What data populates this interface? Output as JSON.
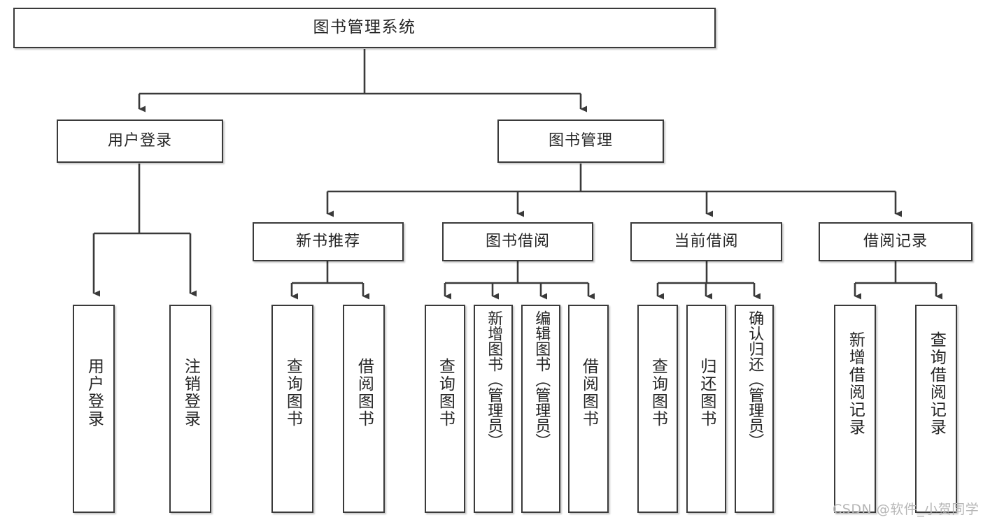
{
  "diagram": {
    "title": "图书管理系统",
    "type": "tree-hierarchy-chart",
    "watermark": "CSDN @软件_小贺同学",
    "colors": {
      "background": "#ffffff",
      "node_border": "#3a3a3a",
      "node_fill": "#ffffff",
      "edge": "#3a3a3a",
      "text": "#262626",
      "watermark": "#b6b6b6"
    },
    "nodes": {
      "root": {
        "label": "图书管理系统"
      },
      "level2": [
        {
          "id": "user-login",
          "label": "用户登录"
        },
        {
          "id": "book-manage",
          "label": "图书管理"
        }
      ],
      "level3": [
        {
          "id": "new-book-recommend",
          "label": "新书推荐"
        },
        {
          "id": "book-borrow",
          "label": "图书借阅"
        },
        {
          "id": "current-borrow",
          "label": "当前借阅"
        },
        {
          "id": "borrow-record",
          "label": "借阅记录"
        }
      ],
      "leaves": {
        "user_login": [
          {
            "id": "leaf-user-login",
            "label": "用户登录"
          },
          {
            "id": "leaf-logout-login",
            "label": "注销登录"
          }
        ],
        "new_book_recommend": [
          {
            "id": "leaf-query-book-1",
            "label": "查询图书"
          },
          {
            "id": "leaf-borrow-book-1",
            "label": "借阅图书"
          }
        ],
        "book_borrow": [
          {
            "id": "leaf-query-book-2",
            "label": "查询图书"
          },
          {
            "id": "leaf-add-book",
            "label": "新增图书（管理员）"
          },
          {
            "id": "leaf-edit-book",
            "label": "编辑图书（管理员）"
          },
          {
            "id": "leaf-borrow-book-2",
            "label": "借阅图书"
          }
        ],
        "current_borrow": [
          {
            "id": "leaf-query-book-3",
            "label": "查询图书"
          },
          {
            "id": "leaf-return-book",
            "label": "归还图书"
          },
          {
            "id": "leaf-confirm-return",
            "label": "确认归还（管理员）"
          }
        ],
        "borrow_record": [
          {
            "id": "leaf-add-borrow-record",
            "label": "新增借阅记录"
          },
          {
            "id": "leaf-query-borrow-record",
            "label": "查询借阅记录"
          }
        ]
      }
    }
  }
}
